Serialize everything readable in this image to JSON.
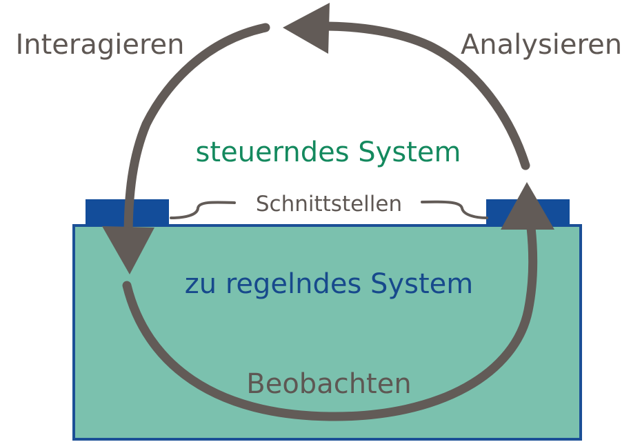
{
  "labels": {
    "interact": "Interagieren",
    "analyze": "Analysieren",
    "observe": "Beobachten",
    "controlling_system": "steuerndes System",
    "controlled_system": "zu regelndes System",
    "interfaces": "Schnittstellen"
  },
  "colors": {
    "arrow": "#625b57",
    "controlled_fill": "#7bc1ae",
    "controlled_border": "#1b4f96",
    "interface_block": "#134d9a",
    "controlling_text": "#14895e",
    "controlled_text": "#17498c",
    "label_text": "#5e5753"
  }
}
